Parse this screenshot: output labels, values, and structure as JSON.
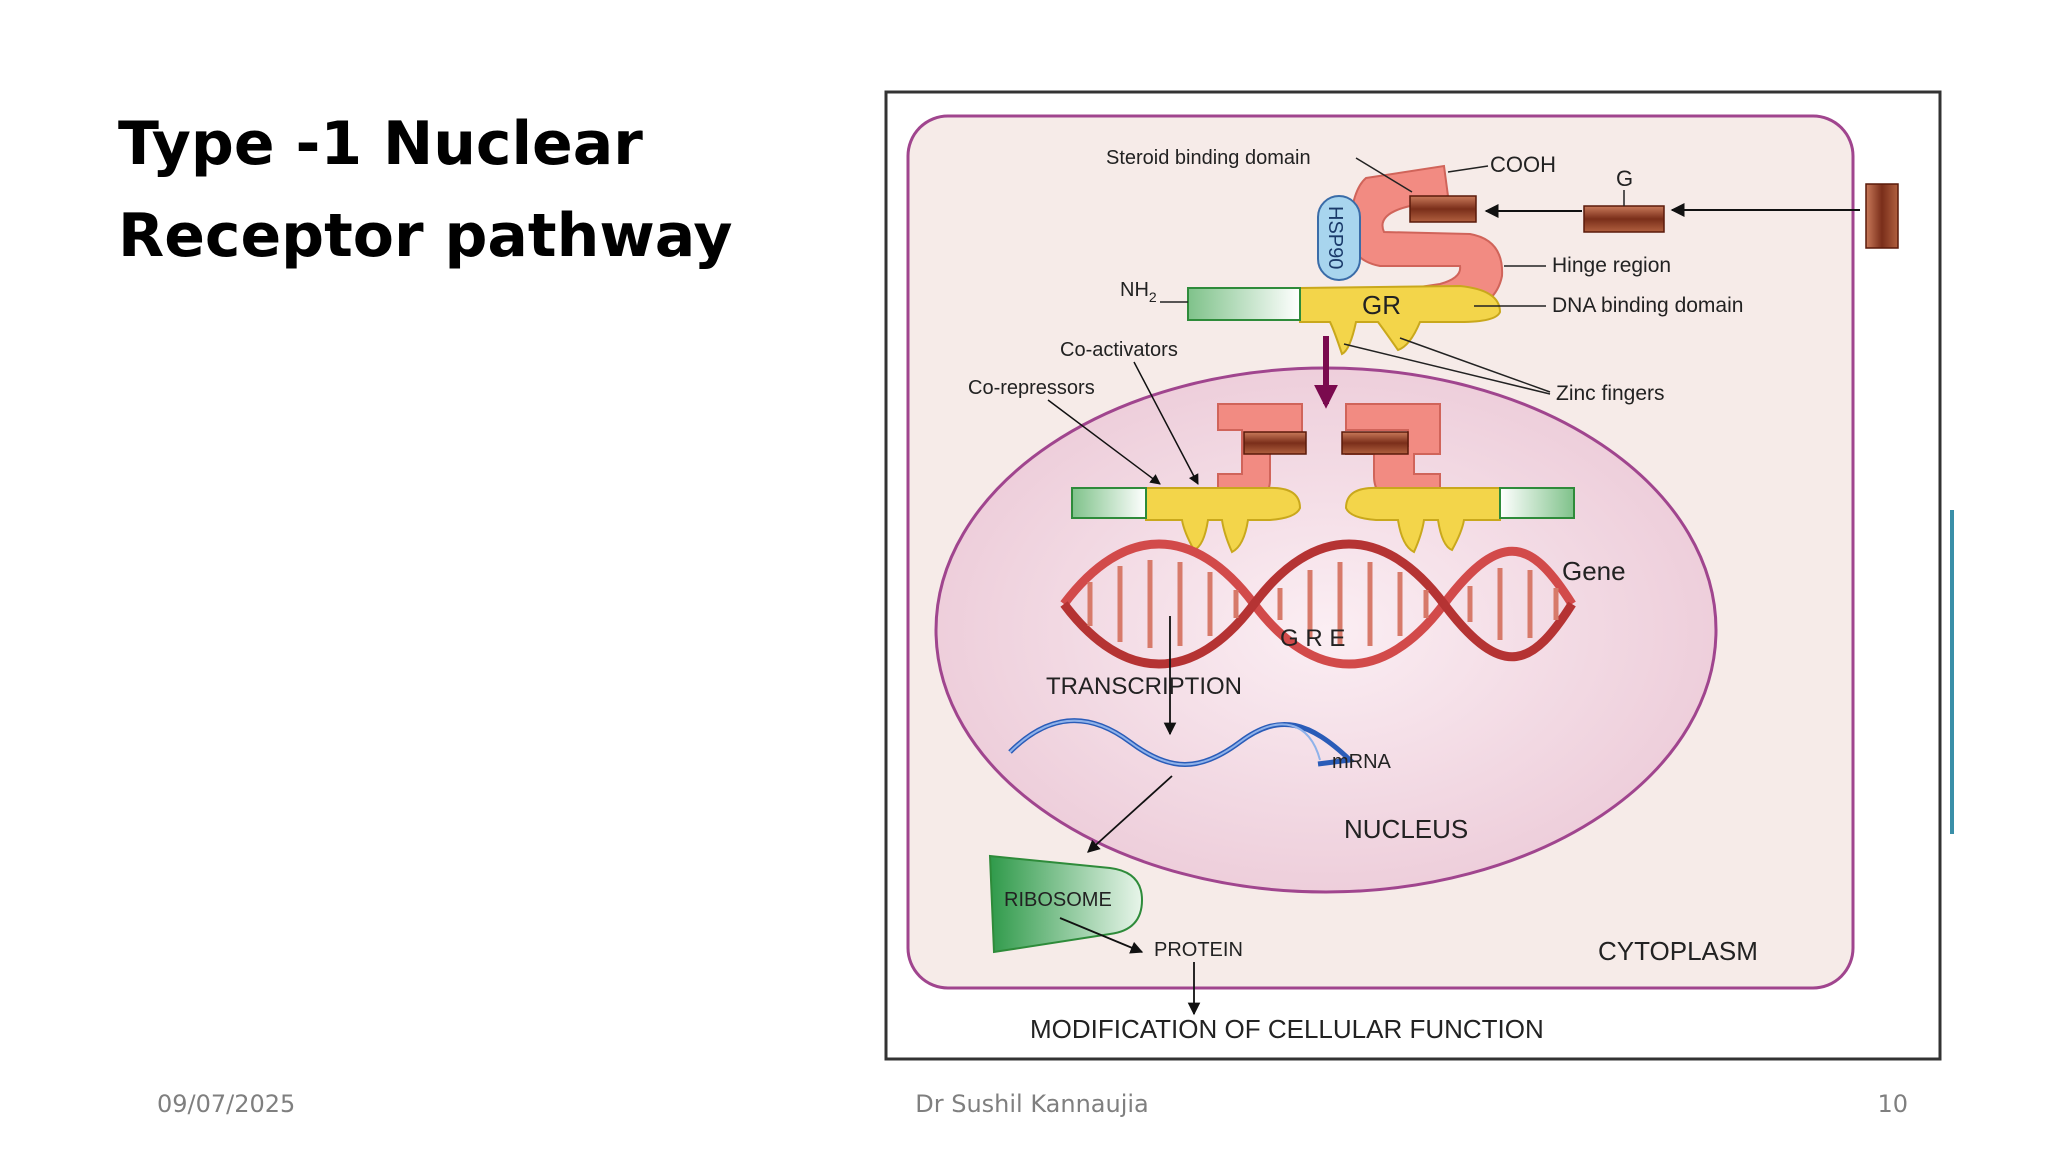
{
  "slide": {
    "title_line1": "Type -1 Nuclear",
    "title_line2": "Receptor pathway"
  },
  "diagram": {
    "labels": {
      "steroid_binding_domain": "Steroid binding domain",
      "cooh": "COOH",
      "g": "G",
      "hsp90": "HSP90",
      "hinge_region": "Hinge region",
      "nh2_main": "NH",
      "nh2_sub": "2",
      "gr": "GR",
      "dna_binding_domain": "DNA binding domain",
      "co_activators": "Co-activators",
      "co_repressors": "Co-repressors",
      "zinc_fingers": "Zinc fingers",
      "gene": "Gene",
      "gre": "G R E",
      "transcription": "TRANSCRIPTION",
      "mrna": "mRNA",
      "nucleus": "NUCLEUS",
      "ribosome": "RIBOSOME",
      "protein": "PROTEIN",
      "cytoplasm": "CYTOPLASM",
      "modification": "MODIFICATION OF CELLULAR FUNCTION"
    },
    "colors": {
      "cell_fill": "#f6ebe8",
      "membrane": "#a0458e",
      "nucleus_fill": "#f0d8e0",
      "receptor_pink": "#f28b82",
      "dna_binding_yellow": "#f3d54a",
      "nh2_green": "#2e8b3a",
      "hormone_brown": "#9a4a2e",
      "mrna_blue": "#2a5cb8",
      "arrow_purple": "#7a0a4e"
    }
  },
  "footer": {
    "date": "09/07/2025",
    "author": "Dr Sushil Kannaujia",
    "page": "10"
  }
}
